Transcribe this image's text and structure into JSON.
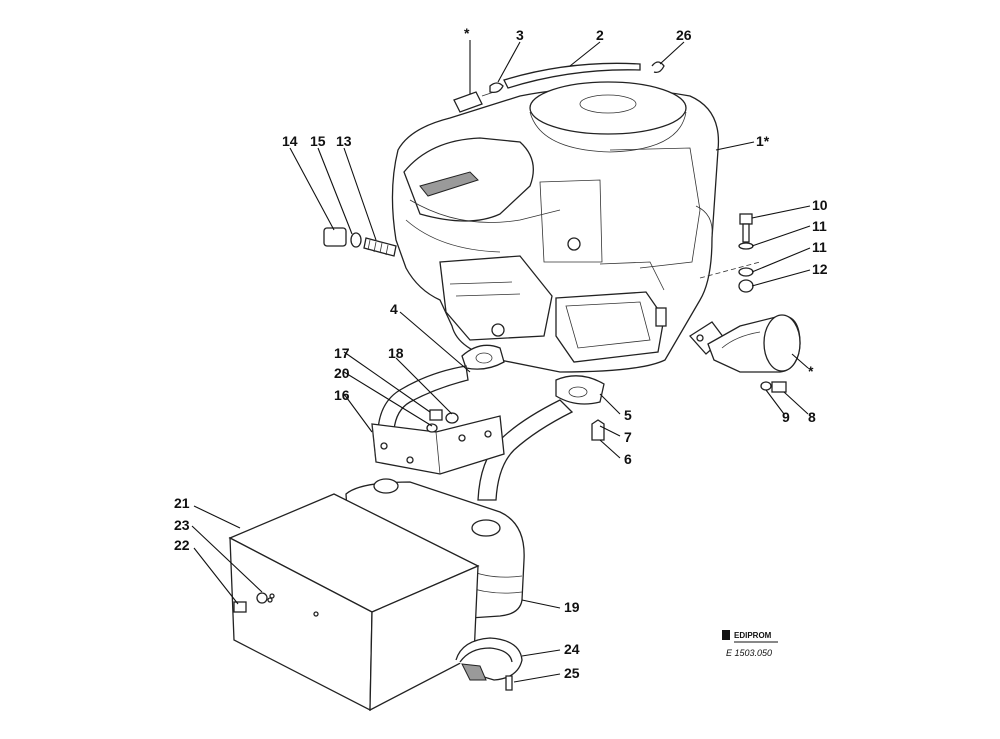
{
  "callouts": {
    "star_top": "*",
    "c3": "3",
    "c2": "2",
    "c26": "26",
    "c1": "1*",
    "c14": "14",
    "c15": "15",
    "c13": "13",
    "c10": "10",
    "c11a": "11",
    "c11b": "11",
    "c12": "12",
    "c4": "4",
    "c17": "17",
    "c18": "18",
    "c20": "20",
    "c16": "16",
    "c5": "5",
    "c7": "7",
    "c6": "6",
    "c9": "9",
    "c8": "8",
    "star_right": "*",
    "c21": "21",
    "c23": "23",
    "c22": "22",
    "c19": "19",
    "c24": "24",
    "c25": "25"
  },
  "footer": {
    "brand": "EDIPROM",
    "code": "E 1503.050"
  }
}
